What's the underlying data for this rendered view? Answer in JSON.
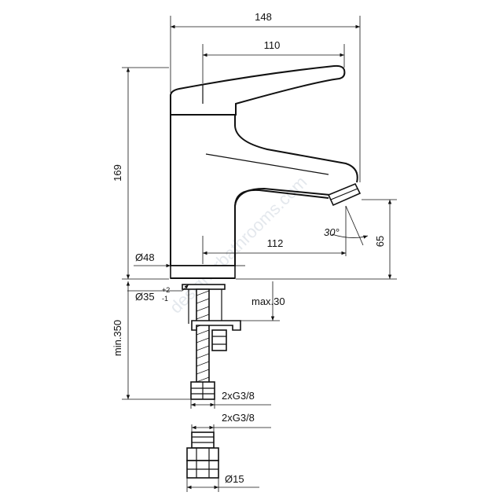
{
  "watermark": "designerbathrooms.com",
  "dimensions": {
    "overall_width": "148",
    "lever_reach": "110",
    "height": "169",
    "spout_reach": "112",
    "body_diameter": "Ø48",
    "hole_diameter": "Ø35",
    "tolerance_plus": "+2",
    "tolerance_minus": "-1",
    "spout_angle": "30°",
    "spout_height": "65",
    "max_deck": "max.30",
    "hose_length": "min.350",
    "connection_1": "2xG3/8",
    "connection_2": "2xG3/8",
    "fitting_diameter": "Ø15"
  }
}
